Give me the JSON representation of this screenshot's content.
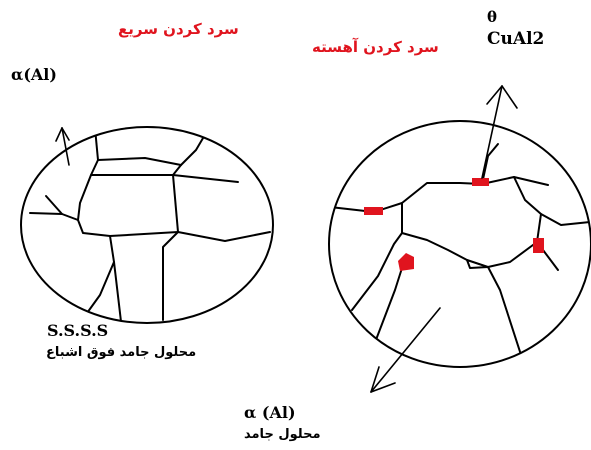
{
  "labels": {
    "fast_cooling": "سرد کردن سریع",
    "slow_cooling": "سرد کردن آهسته",
    "theta_symbol": "θ",
    "theta_phase": "CuAl2",
    "alpha_left": "α(Al)",
    "ssss": "S.S.S.S",
    "supersaturated": "محلول جامد فوق اشباع",
    "alpha_bottom": "α (Al)",
    "solid_solution": "محلول جامد"
  },
  "colors": {
    "ink": "#000000",
    "accent": "#e0141e"
  }
}
